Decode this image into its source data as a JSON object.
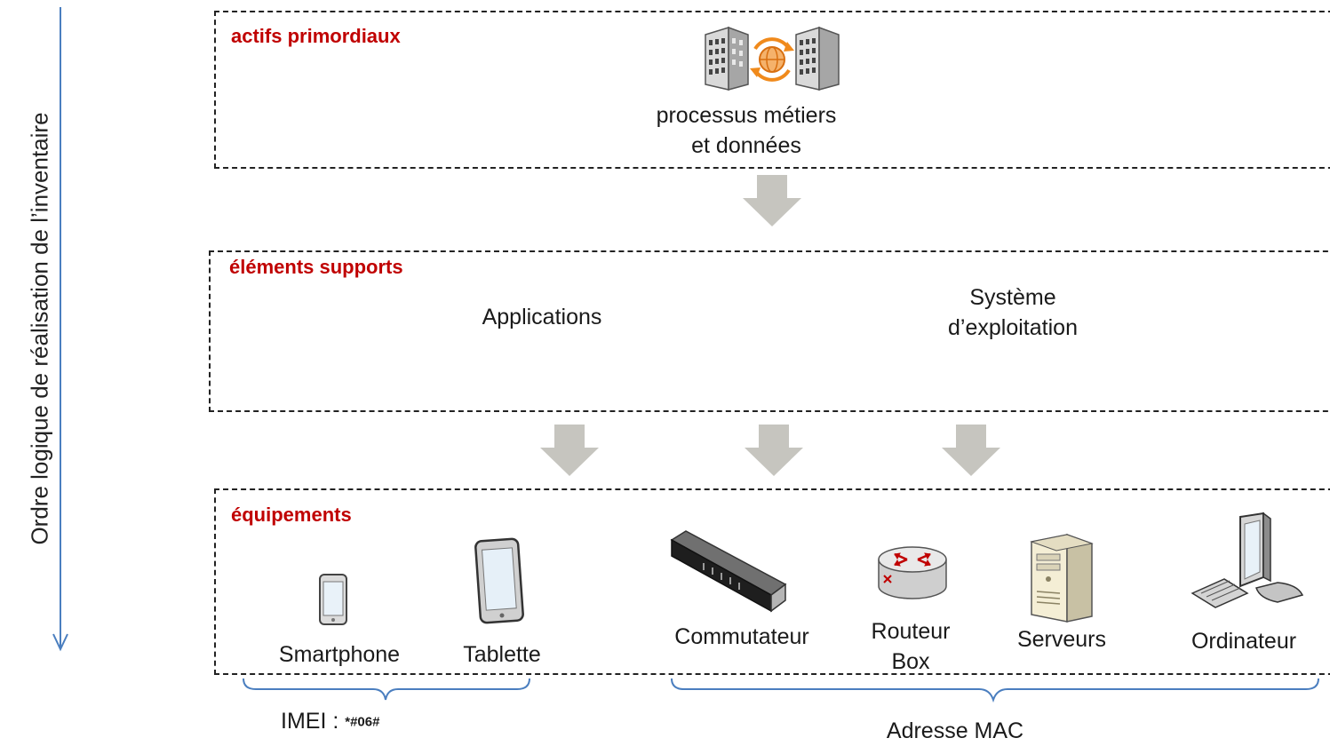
{
  "axis": {
    "label": "Ordre logique de réalisation de l’inventaire"
  },
  "sections": {
    "primary": {
      "title": "actifs primordiaux",
      "item": {
        "line1": "processus métiers",
        "line2": "et données",
        "icon": "buildings-exchange-icon"
      }
    },
    "supports": {
      "title": "éléments supports",
      "items": [
        {
          "line1": "Applications"
        },
        {
          "line1": "Système",
          "line2": "d’exploitation"
        }
      ]
    },
    "equipment": {
      "title": "équipements",
      "items": [
        {
          "label": "Smartphone",
          "icon": "smartphone-icon"
        },
        {
          "label": "Tablette",
          "icon": "tablet-icon"
        },
        {
          "label": "Commutateur",
          "icon": "switch-icon"
        },
        {
          "line1": "Routeur",
          "line2": "Box",
          "icon": "router-icon"
        },
        {
          "label": "Serveurs",
          "icon": "server-icon"
        },
        {
          "label": "Ordinateur",
          "icon": "computer-icon"
        }
      ]
    }
  },
  "identifiers": {
    "imei": {
      "label": "IMEI : ",
      "code": "*#06#"
    },
    "mac": {
      "label": "Adresse MAC"
    }
  },
  "colors": {
    "title": "#c00000",
    "arrow": "#c6c5bf",
    "axis": "#4a7ebf",
    "brace": "#4a7ebf"
  }
}
